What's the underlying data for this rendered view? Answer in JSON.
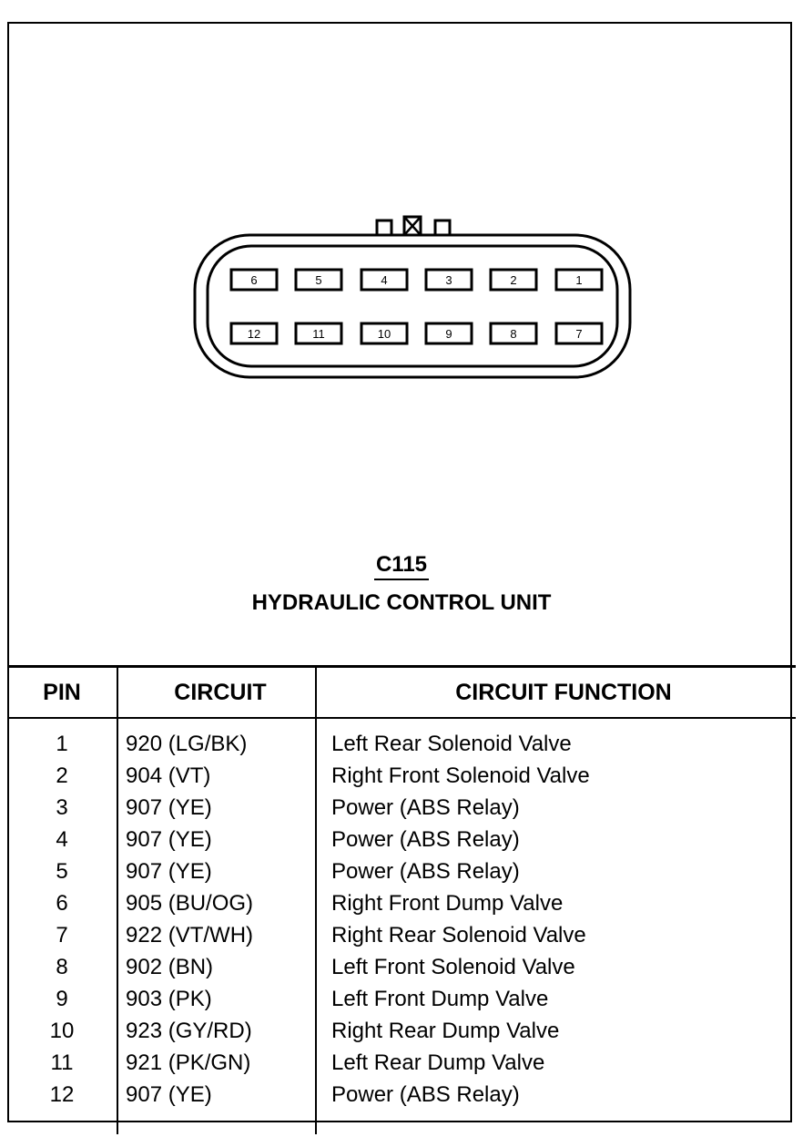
{
  "connector": {
    "id": "C115",
    "name": "HYDRAULIC CONTROL UNIT",
    "top_row_pins": [
      "6",
      "5",
      "4",
      "3",
      "2",
      "1"
    ],
    "bottom_row_pins": [
      "12",
      "11",
      "10",
      "9",
      "8",
      "7"
    ]
  },
  "table": {
    "headers": {
      "pin": "PIN",
      "circuit": "CIRCUIT",
      "function": "CIRCUIT FUNCTION"
    },
    "rows": [
      {
        "pin": "1",
        "circuit": "920 (LG/BK)",
        "function": "Left Rear Solenoid Valve"
      },
      {
        "pin": "2",
        "circuit": "904 (VT)",
        "function": "Right Front Solenoid Valve"
      },
      {
        "pin": "3",
        "circuit": "907 (YE)",
        "function": "Power (ABS Relay)"
      },
      {
        "pin": "4",
        "circuit": "907 (YE)",
        "function": "Power (ABS Relay)"
      },
      {
        "pin": "5",
        "circuit": "907 (YE)",
        "function": "Power (ABS Relay)"
      },
      {
        "pin": "6",
        "circuit": "905 (BU/OG)",
        "function": "Right Front Dump Valve"
      },
      {
        "pin": "7",
        "circuit": "922 (VT/WH)",
        "function": "Right Rear Solenoid Valve"
      },
      {
        "pin": "8",
        "circuit": "902 (BN)",
        "function": "Left Front Solenoid Valve"
      },
      {
        "pin": "9",
        "circuit": "903 (PK)",
        "function": "Left Front Dump Valve"
      },
      {
        "pin": "10",
        "circuit": "923 (GY/RD)",
        "function": "Right Rear Dump Valve"
      },
      {
        "pin": "11",
        "circuit": "921 (PK/GN)",
        "function": "Left Rear Dump Valve"
      },
      {
        "pin": "12",
        "circuit": "907 (YE)",
        "function": "Power (ABS Relay)"
      }
    ]
  }
}
